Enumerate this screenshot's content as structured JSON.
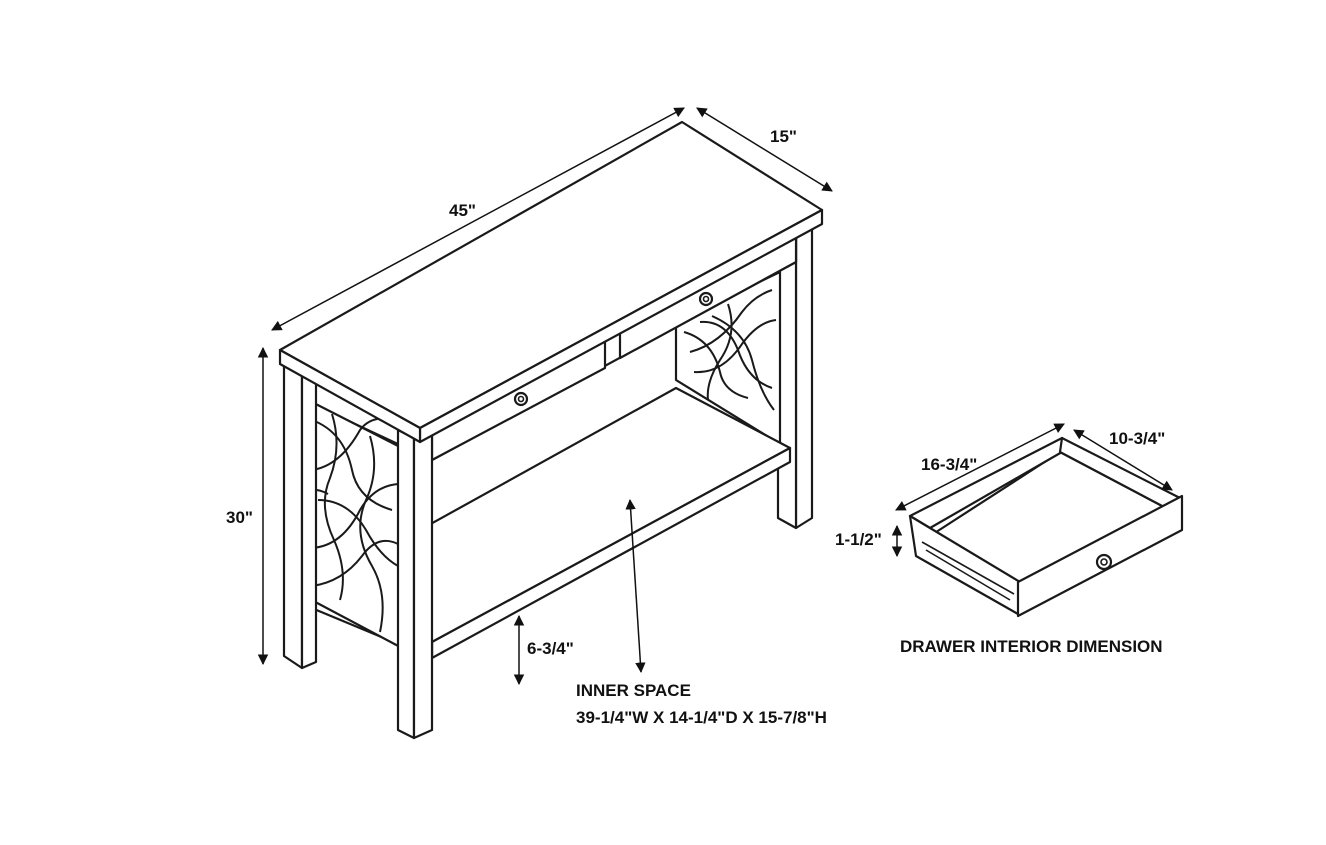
{
  "dimensions": {
    "width": "45\"",
    "depth": "15\"",
    "height": "30\"",
    "shelf_clearance": "6-3/4\""
  },
  "inner_space": {
    "title": "INNER SPACE",
    "size": "39-1/4\"W X 14-1/4\"D X 15-7/8\"H"
  },
  "drawer": {
    "width": "16-3/4\"",
    "depth": "10-3/4\"",
    "height": "1-1/2\"",
    "caption": "DRAWER INTERIOR DIMENSION"
  }
}
